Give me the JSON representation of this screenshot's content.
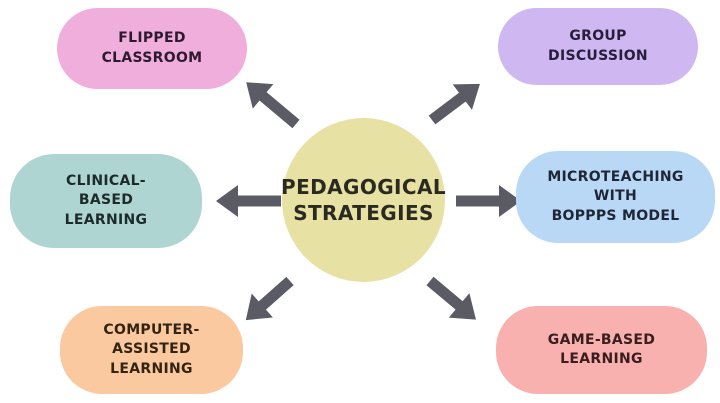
{
  "center": {
    "label": "PEDAGOGICAL\nSTRATEGIES",
    "bg": "#e8e1a4",
    "fg": "#2a2a20"
  },
  "nodes": [
    {
      "id": "flipped-classroom",
      "label": "FLIPPED\nCLASSROOM",
      "position": "top-left",
      "bg": "#f0aedc",
      "fg": "#2e1a30"
    },
    {
      "id": "group-discussion",
      "label": "GROUP\nDISCUSSION",
      "position": "top-right",
      "bg": "#cfb8f2",
      "fg": "#271c3a"
    },
    {
      "id": "clinical-based-learning",
      "label": "CLINICAL-\nBASED\nLEARNING",
      "position": "middle-left",
      "bg": "#afd5d3",
      "fg": "#1d2a2a"
    },
    {
      "id": "microteaching-with-boppps-model",
      "label": "MICROTEACHING\nWITH\nBOPPPS MODEL",
      "position": "middle-right",
      "bg": "#b8d8f5",
      "fg": "#1f2636"
    },
    {
      "id": "computer-assisted-learning",
      "label": "COMPUTER-\nASSISTED\nLEARNING",
      "position": "bottom-left",
      "bg": "#fac9a0",
      "fg": "#332312"
    },
    {
      "id": "game-based-learning",
      "label": "GAME-BASED\nLEARNING",
      "position": "bottom-right",
      "bg": "#f8b1ae",
      "fg": "#3a1d1f"
    }
  ],
  "colors": {
    "background": "#ffffff",
    "arrow": "#5b5b65"
  }
}
